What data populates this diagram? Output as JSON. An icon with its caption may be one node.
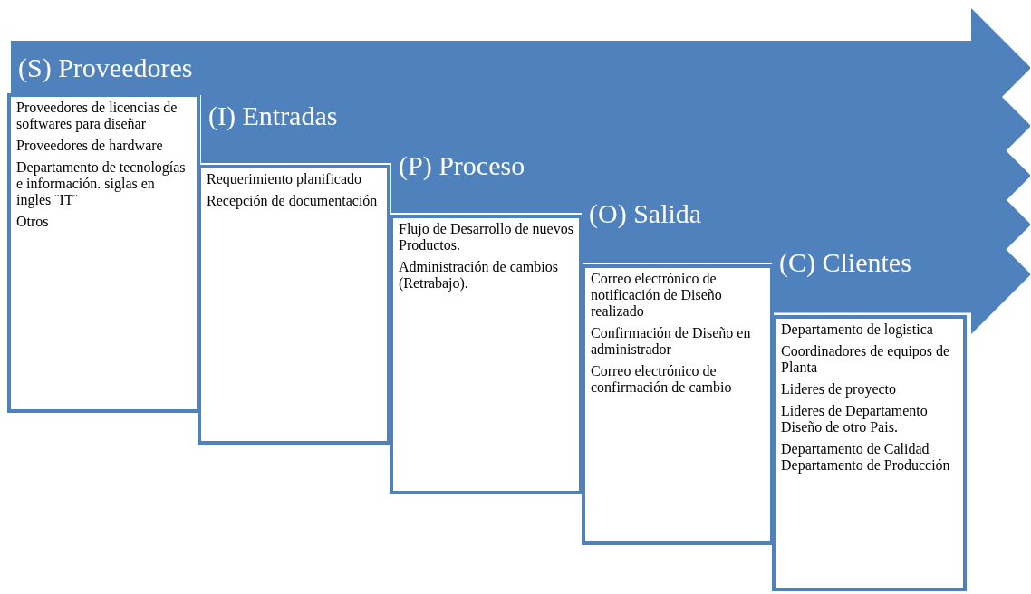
{
  "diagram": {
    "nodes": [
      {
        "text": [
          "(S) Proveedores"
        ]
      },
      {
        "text": [
          "Proveedores de licencias de softwares para diseñar",
          "Proveedores de hardware",
          "Departamento de tecnologías e información. siglas en ingles ¨IT¨",
          "Otros"
        ]
      },
      {
        "text": [
          "(I) Entradas"
        ]
      },
      {
        "text": [
          "Requerimiento planificado",
          "Recepción de documentación"
        ]
      },
      {
        "text": [
          "(P) Proceso"
        ]
      },
      {
        "text": [
          "Flujo de Desarrollo de nuevos Productos.",
          "Administración de cambios (Retrabajo)."
        ]
      },
      {
        "text": [
          "(O) Salida"
        ]
      },
      {
        "text": [
          "Correo electrónico de notificación de Diseño realizado",
          "Confirmación de Diseño en administrador",
          "Correo electrónico de confirmación de cambio"
        ]
      },
      {
        "text": [
          "(C) Clientes"
        ]
      },
      {
        "text": [
          "Departamento de logistica",
          "Coordinadores de equipos de Planta",
          "Lideres de proyecto",
          "Lideres de Departamento Diseño de otro Pais.",
          "Departamento de Calidad Departamento de Producción"
        ]
      }
    ]
  }
}
